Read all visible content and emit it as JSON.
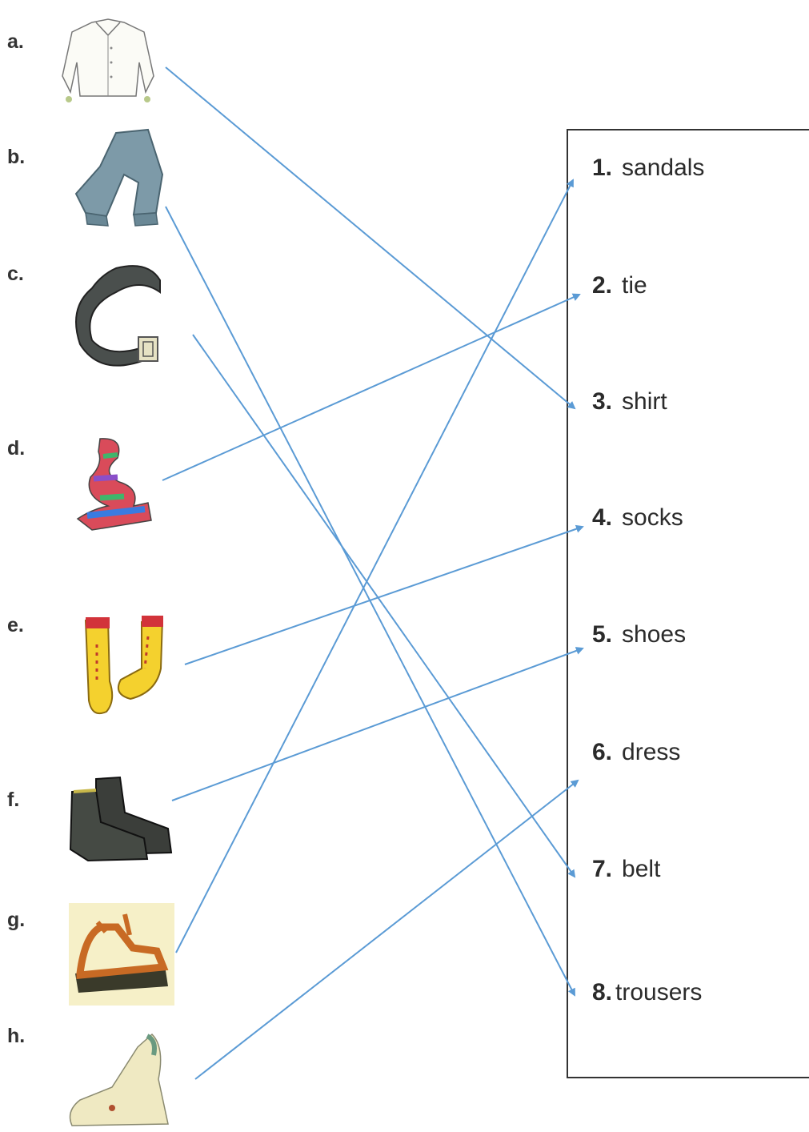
{
  "pictures": [
    {
      "letter": "a.",
      "icon": "shirt-icon"
    },
    {
      "letter": "b.",
      "icon": "trousers-icon"
    },
    {
      "letter": "c.",
      "icon": "belt-icon"
    },
    {
      "letter": "d.",
      "icon": "tie-icon"
    },
    {
      "letter": "e.",
      "icon": "socks-icon"
    },
    {
      "letter": "f.",
      "icon": "shoes-icon"
    },
    {
      "letter": "g.",
      "icon": "sandals-icon"
    },
    {
      "letter": "h.",
      "icon": "dress-icon"
    }
  ],
  "words": [
    {
      "num": "1.",
      "text": "sandals"
    },
    {
      "num": "2.",
      "text": "tie"
    },
    {
      "num": "3.",
      "text": "shirt"
    },
    {
      "num": "4.",
      "text": "socks"
    },
    {
      "num": "5.",
      "text": "shoes"
    },
    {
      "num": "6.",
      "text": "dress"
    },
    {
      "num": "7.",
      "text": "belt"
    },
    {
      "num": "8.",
      "text": "trousers"
    }
  ],
  "line_color": "#5b9bd5"
}
